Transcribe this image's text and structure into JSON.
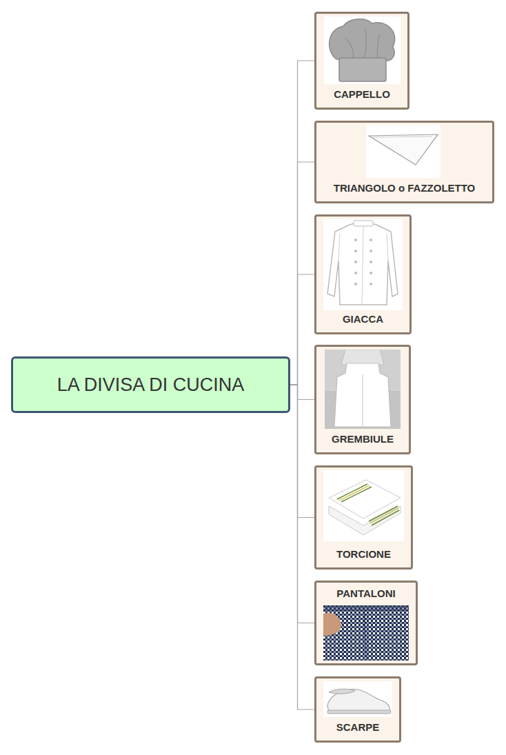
{
  "diagram": {
    "nodes": [
      {
        "text": [
          "LA DIVISA DI CUCINA"
        ]
      },
      {
        "text": [
          "CAPPELLO"
        ]
      },
      {
        "text": [
          "TRIANGOLO o FAZZOLETTO"
        ]
      },
      {
        "text": [
          "GIACCA"
        ]
      },
      {
        "text": [
          "GREMBIULE"
        ]
      },
      {
        "text": [
          "TORCIONE"
        ]
      },
      {
        "text": [
          "PANTALONI"
        ]
      },
      {
        "text": [
          "SCARPE"
        ]
      }
    ],
    "edges": [
      {
        "from": 0,
        "to": 1,
        "arrow": "none"
      },
      {
        "from": 0,
        "to": 2,
        "arrow": "none"
      },
      {
        "from": 0,
        "to": 3,
        "arrow": "none"
      },
      {
        "from": 0,
        "to": 4,
        "arrow": "none"
      },
      {
        "from": 0,
        "to": 5,
        "arrow": "none"
      },
      {
        "from": 0,
        "to": 6,
        "arrow": "none"
      },
      {
        "from": 0,
        "to": 7,
        "arrow": "none"
      }
    ]
  }
}
